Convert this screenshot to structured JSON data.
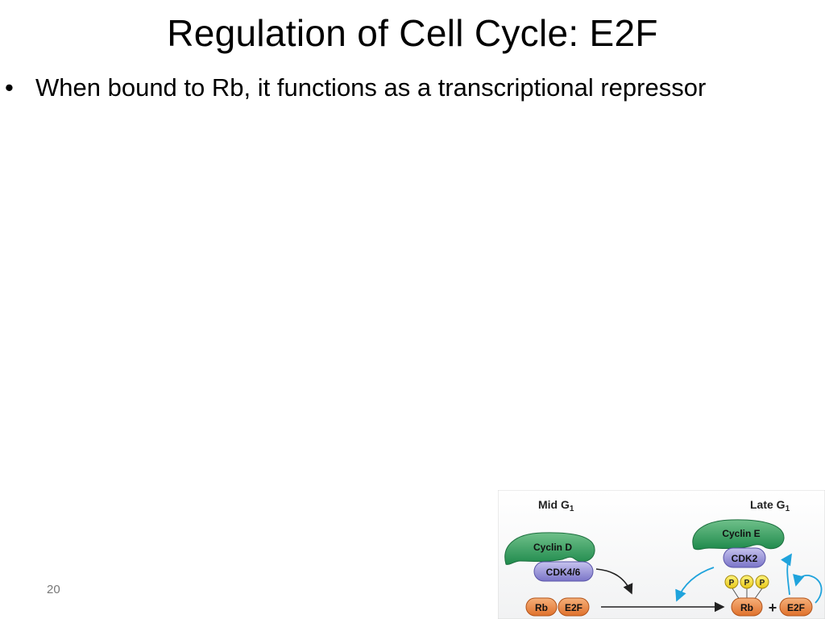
{
  "slide": {
    "title": "Regulation of Cell Cycle: E2F",
    "bullets": [
      "When bound to Rb, it functions as a transcriptional repressor"
    ],
    "page_number": "20"
  },
  "figure": {
    "left_phase": "Mid G",
    "left_phase_sub": "1",
    "right_phase": "Late G",
    "right_phase_sub": "1",
    "cyclin_d": "Cyclin D",
    "cdk46": "CDK4/6",
    "rb_left": "Rb",
    "e2f_left": "E2F",
    "cyclin_e": "Cyclin E",
    "cdk2": "CDK2",
    "phosphate_1": "P",
    "phosphate_2": "P",
    "phosphate_3": "P",
    "rb_right": "Rb",
    "plus": "+",
    "e2f_right": "E2F"
  }
}
